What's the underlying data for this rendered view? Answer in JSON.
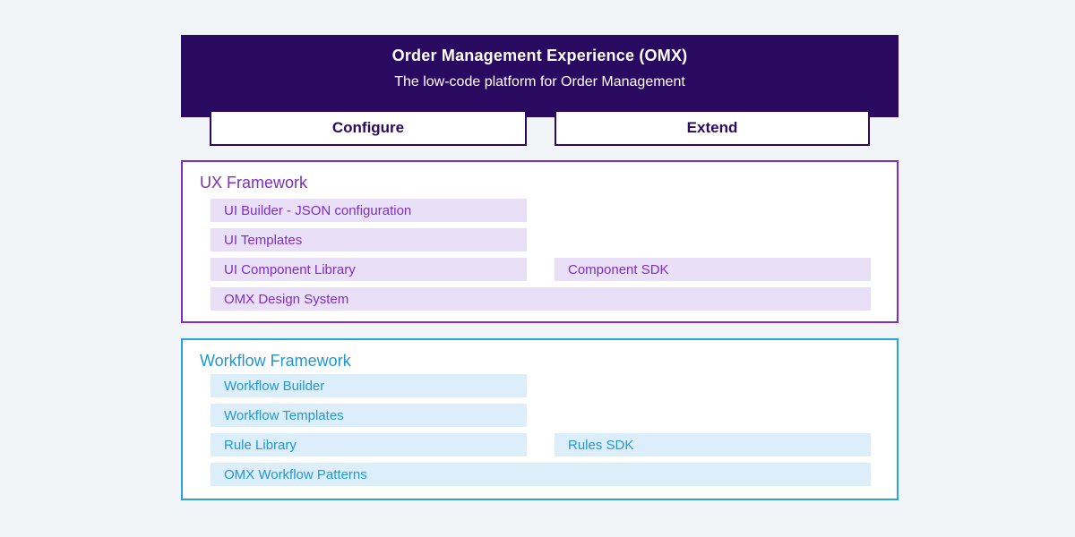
{
  "page": {
    "background_color": "#f1f5f8"
  },
  "header": {
    "title": "Order Management Experience (OMX)",
    "subtitle": "The low-code platform for Order Management",
    "background_color": "#2a0a60",
    "text_color": "#ffffff"
  },
  "columns": [
    {
      "label": "Configure"
    },
    {
      "label": "Extend"
    }
  ],
  "sections": [
    {
      "title": "UX Framework",
      "accent_color": "#7d2fc4",
      "item_background_color": "#e9e0f8",
      "items": [
        {
          "label": "UI Builder - JSON configuration",
          "column": "configure"
        },
        {
          "label": "UI Templates",
          "column": "configure"
        },
        {
          "label": "UI Component Library",
          "column": "configure"
        },
        {
          "label": "Component SDK",
          "column": "extend"
        },
        {
          "label": "OMX Design System",
          "column": "full-width"
        }
      ]
    },
    {
      "title": "Workflow Framework",
      "accent_color": "#29a4dc",
      "item_background_color": "#ddeefb",
      "items": [
        {
          "label": "Workflow Builder",
          "column": "configure"
        },
        {
          "label": "Workflow Templates",
          "column": "configure"
        },
        {
          "label": "Rule Library",
          "column": "configure"
        },
        {
          "label": "Rules SDK",
          "column": "extend"
        },
        {
          "label": "OMX Workflow Patterns",
          "column": "full-width"
        }
      ]
    }
  ]
}
